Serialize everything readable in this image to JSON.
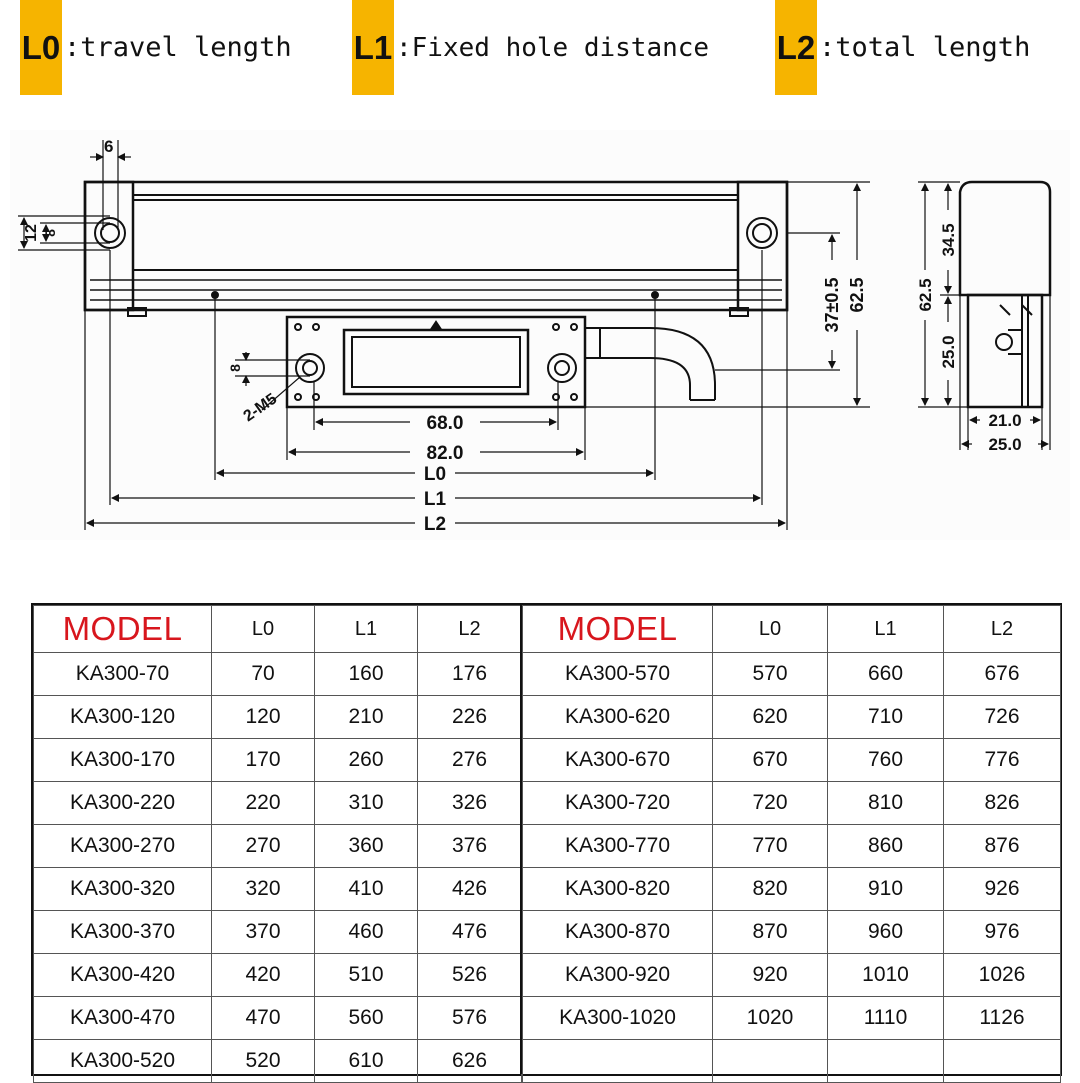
{
  "legend": [
    {
      "key": "L0",
      "text": ":travel length"
    },
    {
      "key": "L1",
      "text": ":Fixed hole distance"
    },
    {
      "key": "L2",
      "text": ":total length"
    }
  ],
  "drawing": {
    "dims": {
      "d6": "6",
      "d12": "12",
      "d8a": "8",
      "d8b": "8",
      "m5": "2-M5",
      "d37": "37±0.5",
      "d625a": "62.5",
      "d625b": "62.5",
      "d345": "34.5",
      "d250": "25.0",
      "d210": "21.0",
      "d25w": "25.0",
      "d680": "68.0",
      "d820": "82.0",
      "L0": "L0",
      "L1": "L1",
      "L2": "L2"
    }
  },
  "table": {
    "headers": [
      "MODEL",
      "L0",
      "L1",
      "L2"
    ],
    "left": [
      [
        "KA300-70",
        "70",
        "160",
        "176"
      ],
      [
        "KA300-120",
        "120",
        "210",
        "226"
      ],
      [
        "KA300-170",
        "170",
        "260",
        "276"
      ],
      [
        "KA300-220",
        "220",
        "310",
        "326"
      ],
      [
        "KA300-270",
        "270",
        "360",
        "376"
      ],
      [
        "KA300-320",
        "320",
        "410",
        "426"
      ],
      [
        "KA300-370",
        "370",
        "460",
        "476"
      ],
      [
        "KA300-420",
        "420",
        "510",
        "526"
      ],
      [
        "KA300-470",
        "470",
        "560",
        "576"
      ],
      [
        "KA300-520",
        "520",
        "610",
        "626"
      ]
    ],
    "right": [
      [
        "KA300-570",
        "570",
        "660",
        "676"
      ],
      [
        "KA300-620",
        "620",
        "710",
        "726"
      ],
      [
        "KA300-670",
        "670",
        "760",
        "776"
      ],
      [
        "KA300-720",
        "720",
        "810",
        "826"
      ],
      [
        "KA300-770",
        "770",
        "860",
        "876"
      ],
      [
        "KA300-820",
        "820",
        "910",
        "926"
      ],
      [
        "KA300-870",
        "870",
        "960",
        "976"
      ],
      [
        "KA300-920",
        "920",
        "1010",
        "1026"
      ],
      [
        "KA300-1020",
        "1020",
        "1110",
        "1126"
      ],
      [
        "",
        "",
        "",
        ""
      ]
    ]
  }
}
